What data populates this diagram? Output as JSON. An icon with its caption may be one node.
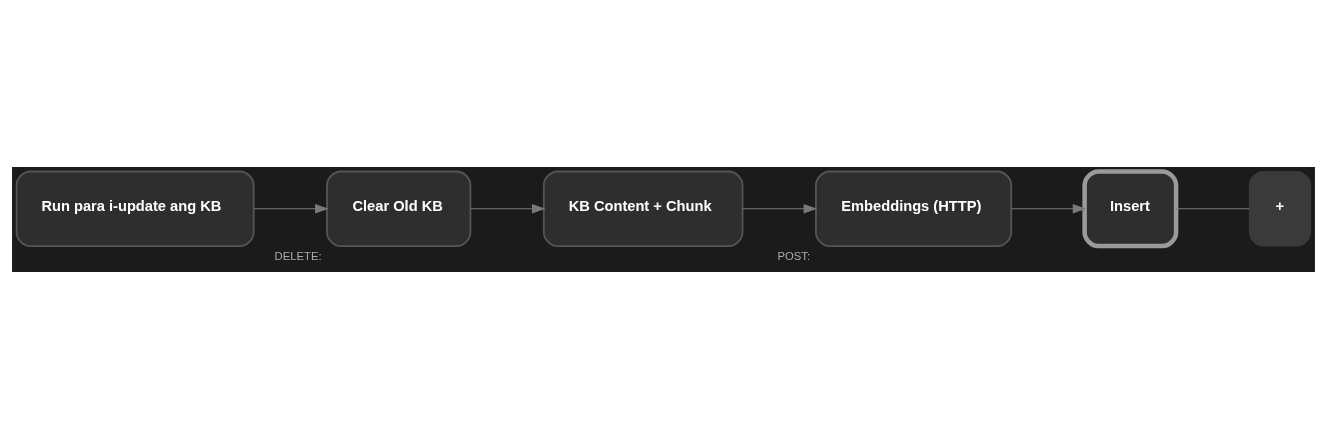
{
  "diagram": {
    "nodes": [
      {
        "text": [
          "Run para i-update ang KB"
        ]
      },
      {
        "text": [
          "Clear Old KB"
        ],
        "beside": [
          "DELETE:"
        ]
      },
      {
        "text": [
          "KB Content + Chunk"
        ]
      },
      {
        "text": [
          "Embeddings (HTTP)"
        ],
        "beside": [
          "POST:"
        ]
      },
      {
        "text": [
          "Insert"
        ]
      },
      {
        "text": [
          "+"
        ]
      }
    ],
    "edges": [
      {
        "from": 0,
        "to": 1,
        "arrow": "to"
      },
      {
        "from": 1,
        "to": 2,
        "arrow": "to"
      },
      {
        "from": 2,
        "to": 3,
        "arrow": "to"
      },
      {
        "from": 3,
        "to": 4,
        "arrow": "to"
      },
      {
        "from": 4,
        "to": 5,
        "arrow": "none"
      }
    ]
  }
}
